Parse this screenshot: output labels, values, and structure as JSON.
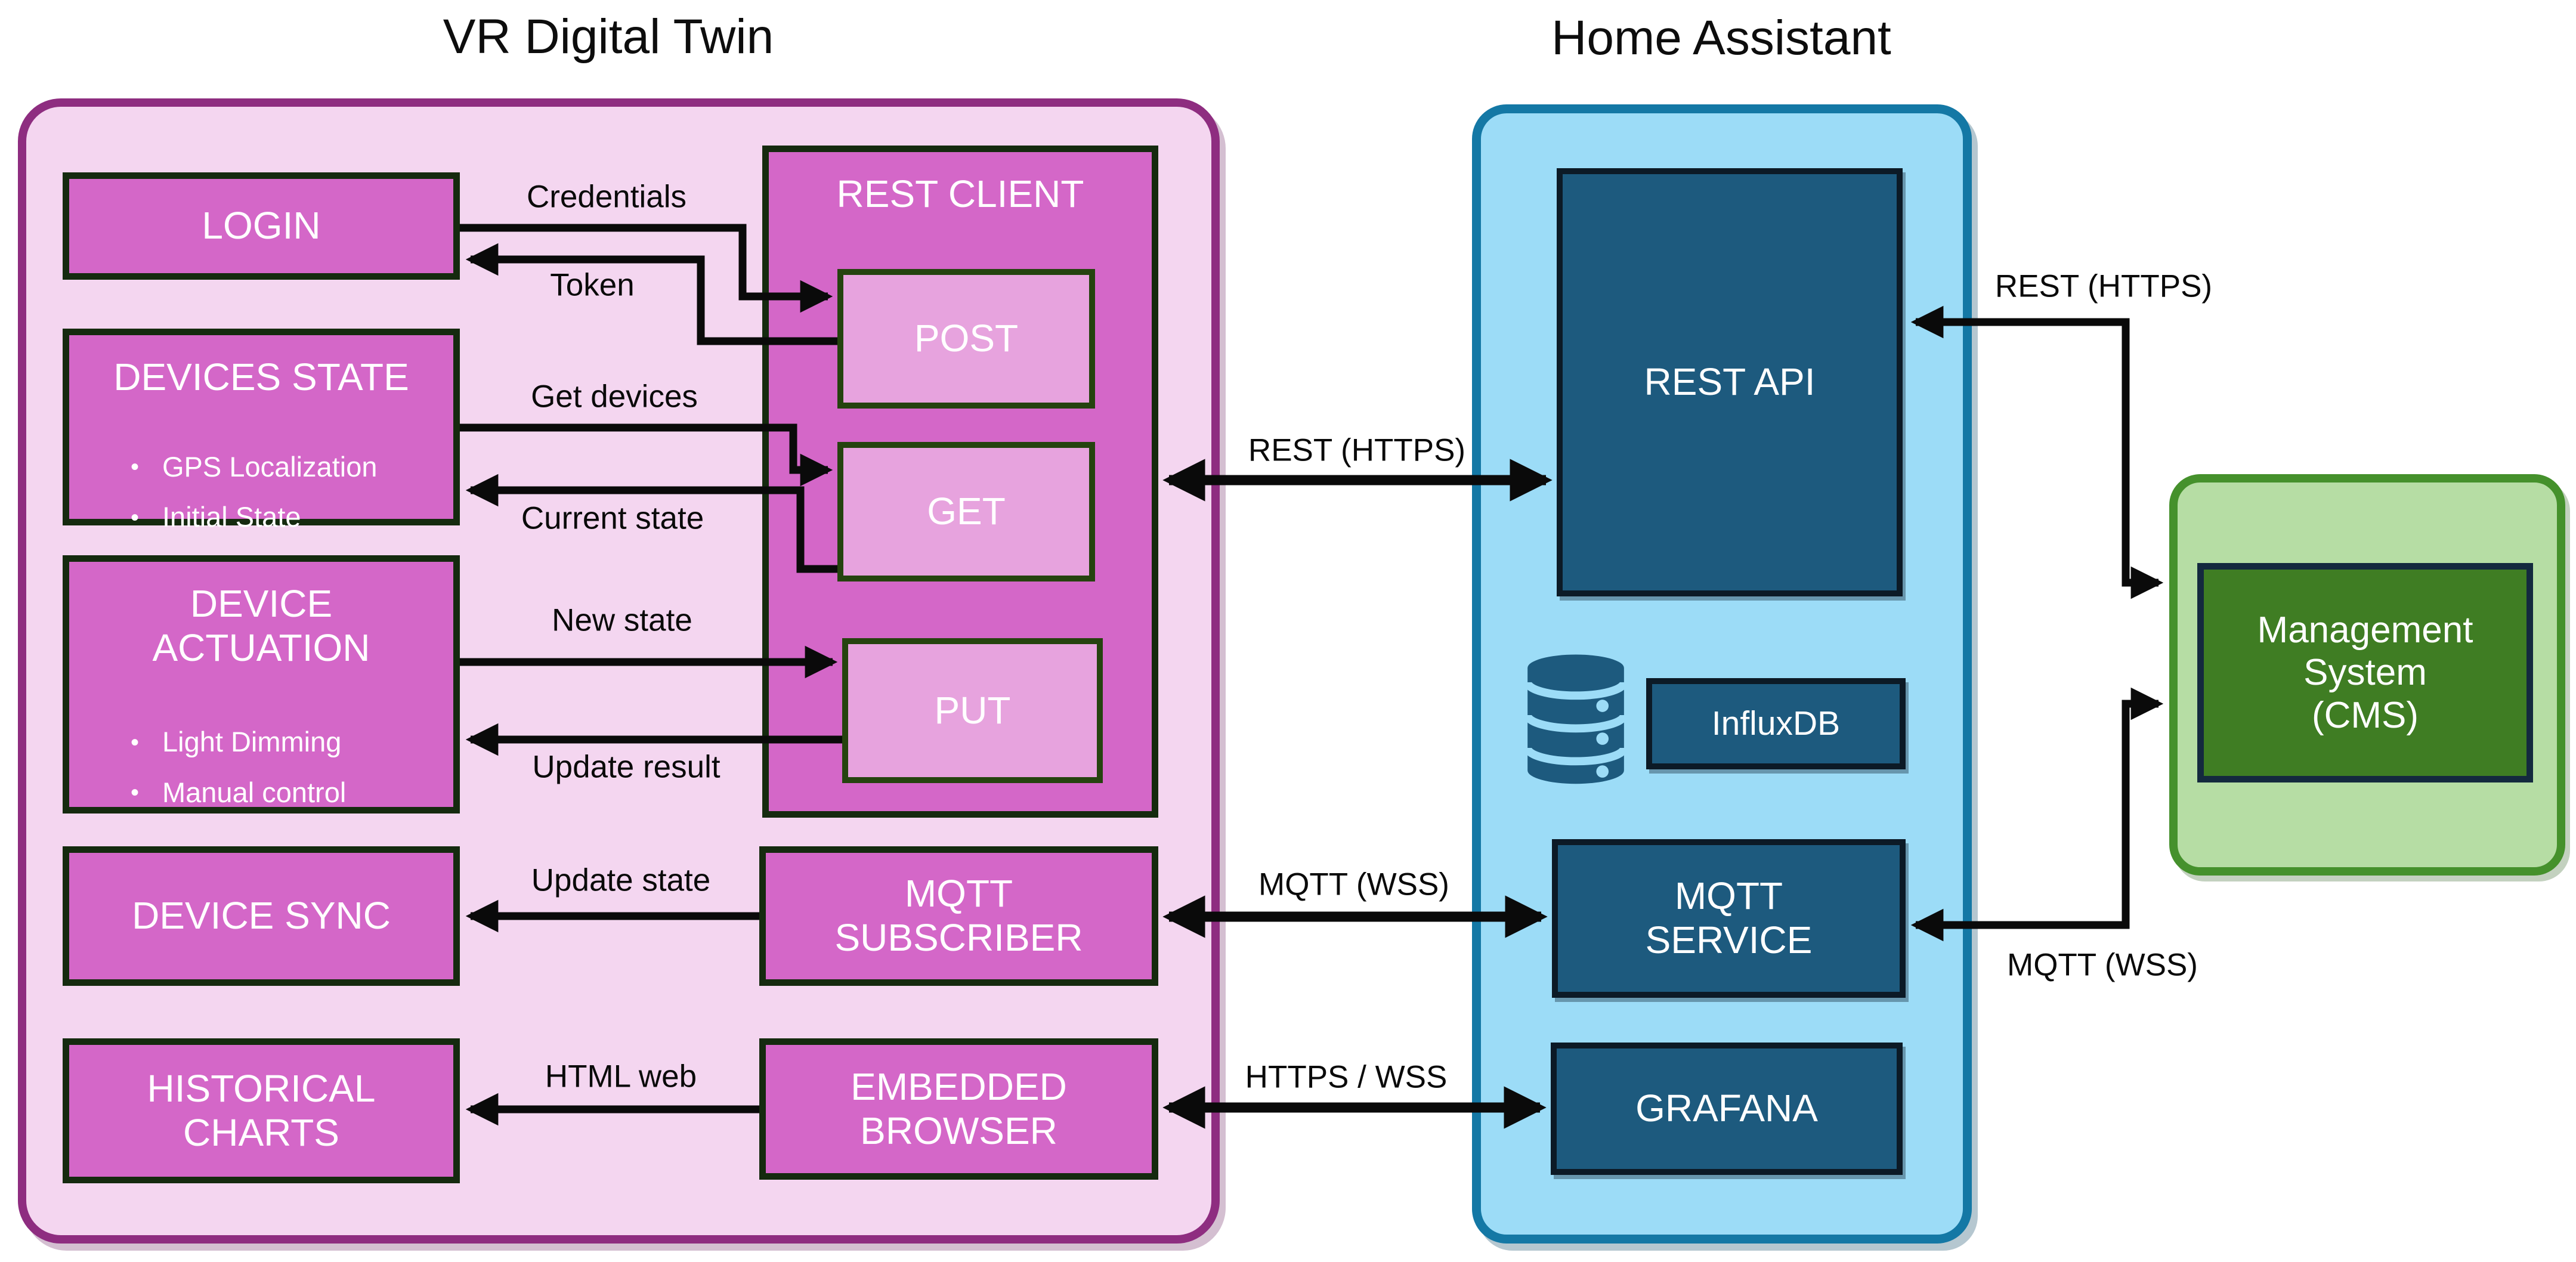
{
  "colors": {
    "vr_fill": "#f4d6f0",
    "vr_border": "#8e2d80",
    "node_fill": "#d467c8",
    "node_border": "#152a0f",
    "subnode_fill": "#e7a3de",
    "subnode_border": "#25430f",
    "ha_fill": "#9cdcf7",
    "ha_border": "#1478a5",
    "teal_fill": "#1d5a7e",
    "teal_border": "#0c1a26",
    "cms_fill": "#b6dda4",
    "cms_border": "#45912c",
    "cms_box_fill": "#3f7d23",
    "cms_box_border": "#14293e",
    "arrow": "#0a0a0a",
    "label_text": "#0a0a0a",
    "box_text": "#ffffff"
  },
  "titles": {
    "vr": "VR Digital Twin",
    "ha": "Home Assistant"
  },
  "vr_panel": {
    "login": "LOGIN",
    "devices_state": {
      "title": "DEVICES STATE",
      "bullets": [
        "GPS Localization",
        "Initial State"
      ]
    },
    "device_actuation": {
      "title": "DEVICE ACTUATION",
      "bullets": [
        "Light Dimming",
        "Manual control"
      ]
    },
    "device_sync": "DEVICE SYNC",
    "historical_charts": "HISTORICAL CHARTS",
    "rest_client": "REST CLIENT",
    "post": "POST",
    "get": "GET",
    "put": "PUT",
    "mqtt_subscriber": "MQTT SUBSCRIBER",
    "embedded_browser": "EMBEDDED BROWSER"
  },
  "ha_panel": {
    "rest_api": "REST API",
    "influxdb": "InfluxDB",
    "mqtt_service": "MQTT SERVICE",
    "grafana": "GRAFANA"
  },
  "cms_panel": {
    "line1": "Management",
    "line2": "System",
    "line3": "(CMS)"
  },
  "arrow_labels": {
    "credentials": "Credentials",
    "token": "Token",
    "get_devices": "Get devices",
    "current_state": "Current state",
    "new_state": "New state",
    "update_result": "Update result",
    "update_state": "Update state",
    "html_web": "HTML web",
    "rest_https_mid": "REST (HTTPS)",
    "mqtt_wss_mid": "MQTT (WSS)",
    "https_wss": "HTTPS / WSS",
    "rest_https_right": "REST (HTTPS)",
    "mqtt_wss_right": "MQTT (WSS)"
  }
}
